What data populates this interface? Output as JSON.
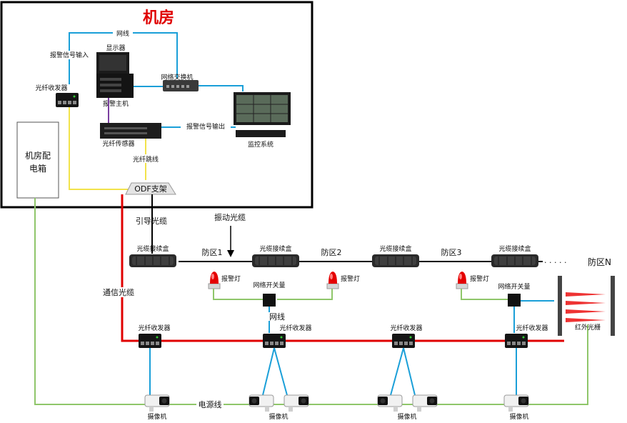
{
  "title": "机房",
  "room_devices": {
    "monitor": "显示器",
    "alarm_host": "报警主机",
    "network_switch": "网络交换机",
    "fiber_transceiver": "光纤收发器",
    "alarm_input": "报警信号输入",
    "network_line": "网线",
    "fiber_sensor": "光纤传感器",
    "alarm_output": "报警信号输出",
    "monitoring_system": "监控系统",
    "patch_cord": "光纤跳线",
    "odf": "ODF支架",
    "distribution_box_line1": "机房配",
    "distribution_box_line2": "电箱"
  },
  "field": {
    "lead_cable": "引导光缆",
    "vibration_cable": "振动光缆",
    "splice_box": "光缆接续盒",
    "zones": [
      "防区1",
      "防区2",
      "防区3"
    ],
    "zone_n": "防区N",
    "dots": "· · · · ·",
    "alarm_lamp": "报警灯",
    "network_switch_value": "网络开关量",
    "network_line": "网线",
    "comm_cable": "通信光缆",
    "fiber_transceiver": "光纤收发器",
    "infrared_fence": "红外光栅",
    "power_line": "电源线",
    "camera": "摄像机"
  },
  "colors": {
    "network_line": "#1a9fd8",
    "fiber_patch": "#f2e34b",
    "comm_cable": "#e00000",
    "power_line": "#8fc66a",
    "alarm_output_line": "#1a9fd8",
    "sensor_link": "#7b3fa0",
    "room_border": "#000000",
    "title": "#e00000"
  },
  "icons": [
    "monitor-icon",
    "server-icon",
    "switch-icon",
    "transceiver-icon",
    "sensor-icon",
    "nvr-icon",
    "odf-icon",
    "splice-box-icon",
    "alarm-lamp-icon",
    "camera-icon",
    "infrared-beam-icon"
  ]
}
